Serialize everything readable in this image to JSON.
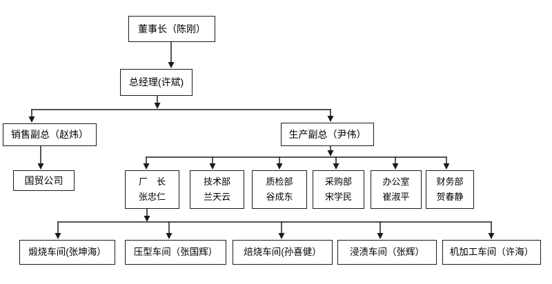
{
  "org_chart": {
    "chairman": "董事长（陈刚）",
    "general_manager": "总经理(许斌)",
    "sales_vp": "销售副总（赵炜）",
    "trade_company": "国贸公司",
    "production_vp": "生产副总（尹伟）",
    "departments": [
      {
        "title": "厂　长",
        "name": "张忠仁"
      },
      {
        "title": "技术部",
        "name": "兰天云"
      },
      {
        "title": "质检部",
        "name": "谷成东"
      },
      {
        "title": "采购部",
        "name": "宋学民"
      },
      {
        "title": "办公室",
        "name": "崔淑平"
      },
      {
        "title": "财务部",
        "name": "贺春静"
      }
    ],
    "workshops": [
      "煅烧车间(张坤海）",
      "压型车间（张国辉）",
      "焙烧车间(孙喜健）",
      "浸渍车间（张辉）",
      "机加工车间（许海）"
    ],
    "line_color": "#1a1a1a"
  }
}
